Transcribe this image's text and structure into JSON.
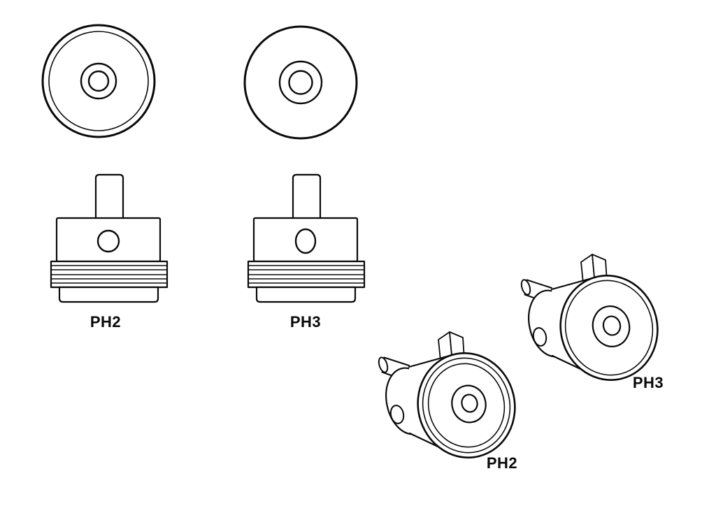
{
  "page": {
    "background_color": "#ffffff",
    "line_color": "#0a0a0a"
  },
  "diagram": {
    "labels": [
      {
        "id": "side-ph2",
        "text": "PH2"
      },
      {
        "id": "side-ph3",
        "text": "PH3"
      },
      {
        "id": "iso-ph2",
        "text": "PH2"
      },
      {
        "id": "iso-ph3",
        "text": "PH3"
      }
    ]
  }
}
